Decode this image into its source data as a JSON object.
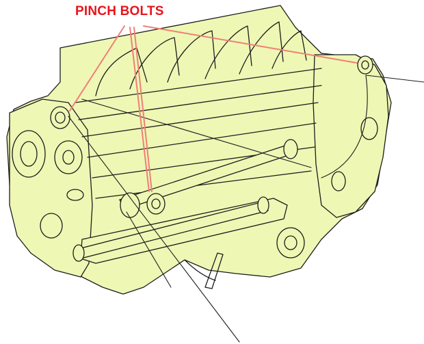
{
  "diagram": {
    "callout_label": "PINCH BOLTS",
    "colors": {
      "label": "#e8141c",
      "leader": "#ef7f78",
      "body_fill": "#eef7b4",
      "line": "#1c1c1c"
    },
    "callout_targets": [
      "pinch-bolt-top-left",
      "pinch-bolt-center",
      "pinch-bolt-top-right"
    ]
  }
}
